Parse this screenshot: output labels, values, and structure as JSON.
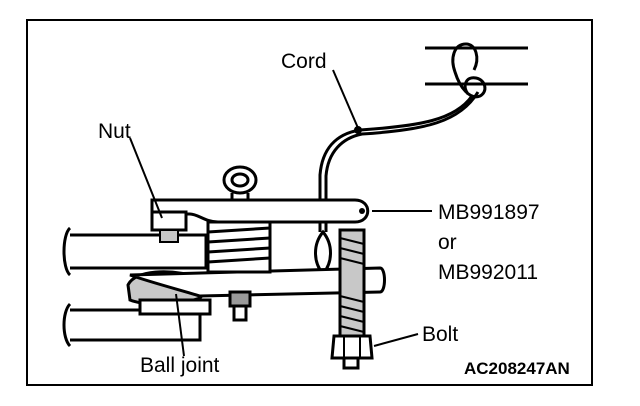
{
  "labels": {
    "cord": "Cord",
    "nut": "Nut",
    "tool_line1": "MB991897",
    "tool_line2": "or",
    "tool_line3": "MB992011",
    "bolt": "Bolt",
    "ball_joint": "Ball joint",
    "figure_code": "AC208247AN"
  },
  "colors": {
    "ink": "#000000",
    "fill_light": "#ffffff",
    "fill_shade": "#c8c8c8",
    "fill_dark": "#9a9a9a"
  }
}
